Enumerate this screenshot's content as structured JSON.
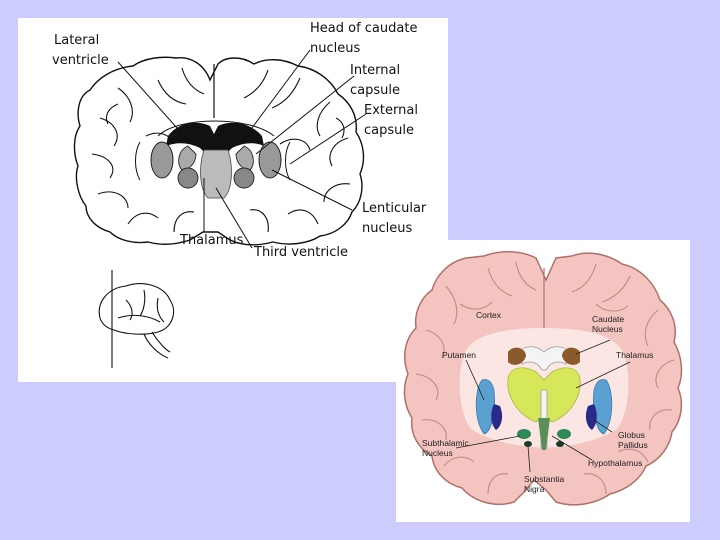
{
  "slide": {
    "background": "#ccccff"
  },
  "sketch_diagram": {
    "labels": {
      "lateral_ventricle": [
        "Lateral",
        "ventricle"
      ],
      "head_of_caudate": [
        "Head of caudate",
        "nucleus"
      ],
      "internal_capsule": [
        "Internal",
        "capsule"
      ],
      "external_capsule": [
        "External",
        "capsule"
      ],
      "lenticular_nucleus": [
        "Lenticular",
        "nucleus"
      ],
      "thalamus": "Thalamus",
      "third_ventricle": "Third ventricle"
    }
  },
  "color_diagram": {
    "colors": {
      "tissue": "#f4c4c0",
      "tissue_outline": "#b0706a",
      "caudate": "#8b5a2b",
      "thalamus": "#d6e85a",
      "putamen": "#5aa0d0",
      "globus_pallidus": "#2a2a8a",
      "subthalamic": "#2e8b57",
      "ventricle": "#f4f4f4"
    },
    "labels": {
      "cortex": "Cortex",
      "caudate": [
        "Caudate",
        "Nucleus"
      ],
      "putamen": "Putamen",
      "thalamus": "Thalamus",
      "globus_pallidus": [
        "Globus",
        "Pallidus"
      ],
      "subthalamic": [
        "Subthalamic",
        "Nucleus"
      ],
      "hypothalamus": "Hypothalamus",
      "substantia_nigra": [
        "Substantia",
        "Nigra"
      ]
    }
  }
}
